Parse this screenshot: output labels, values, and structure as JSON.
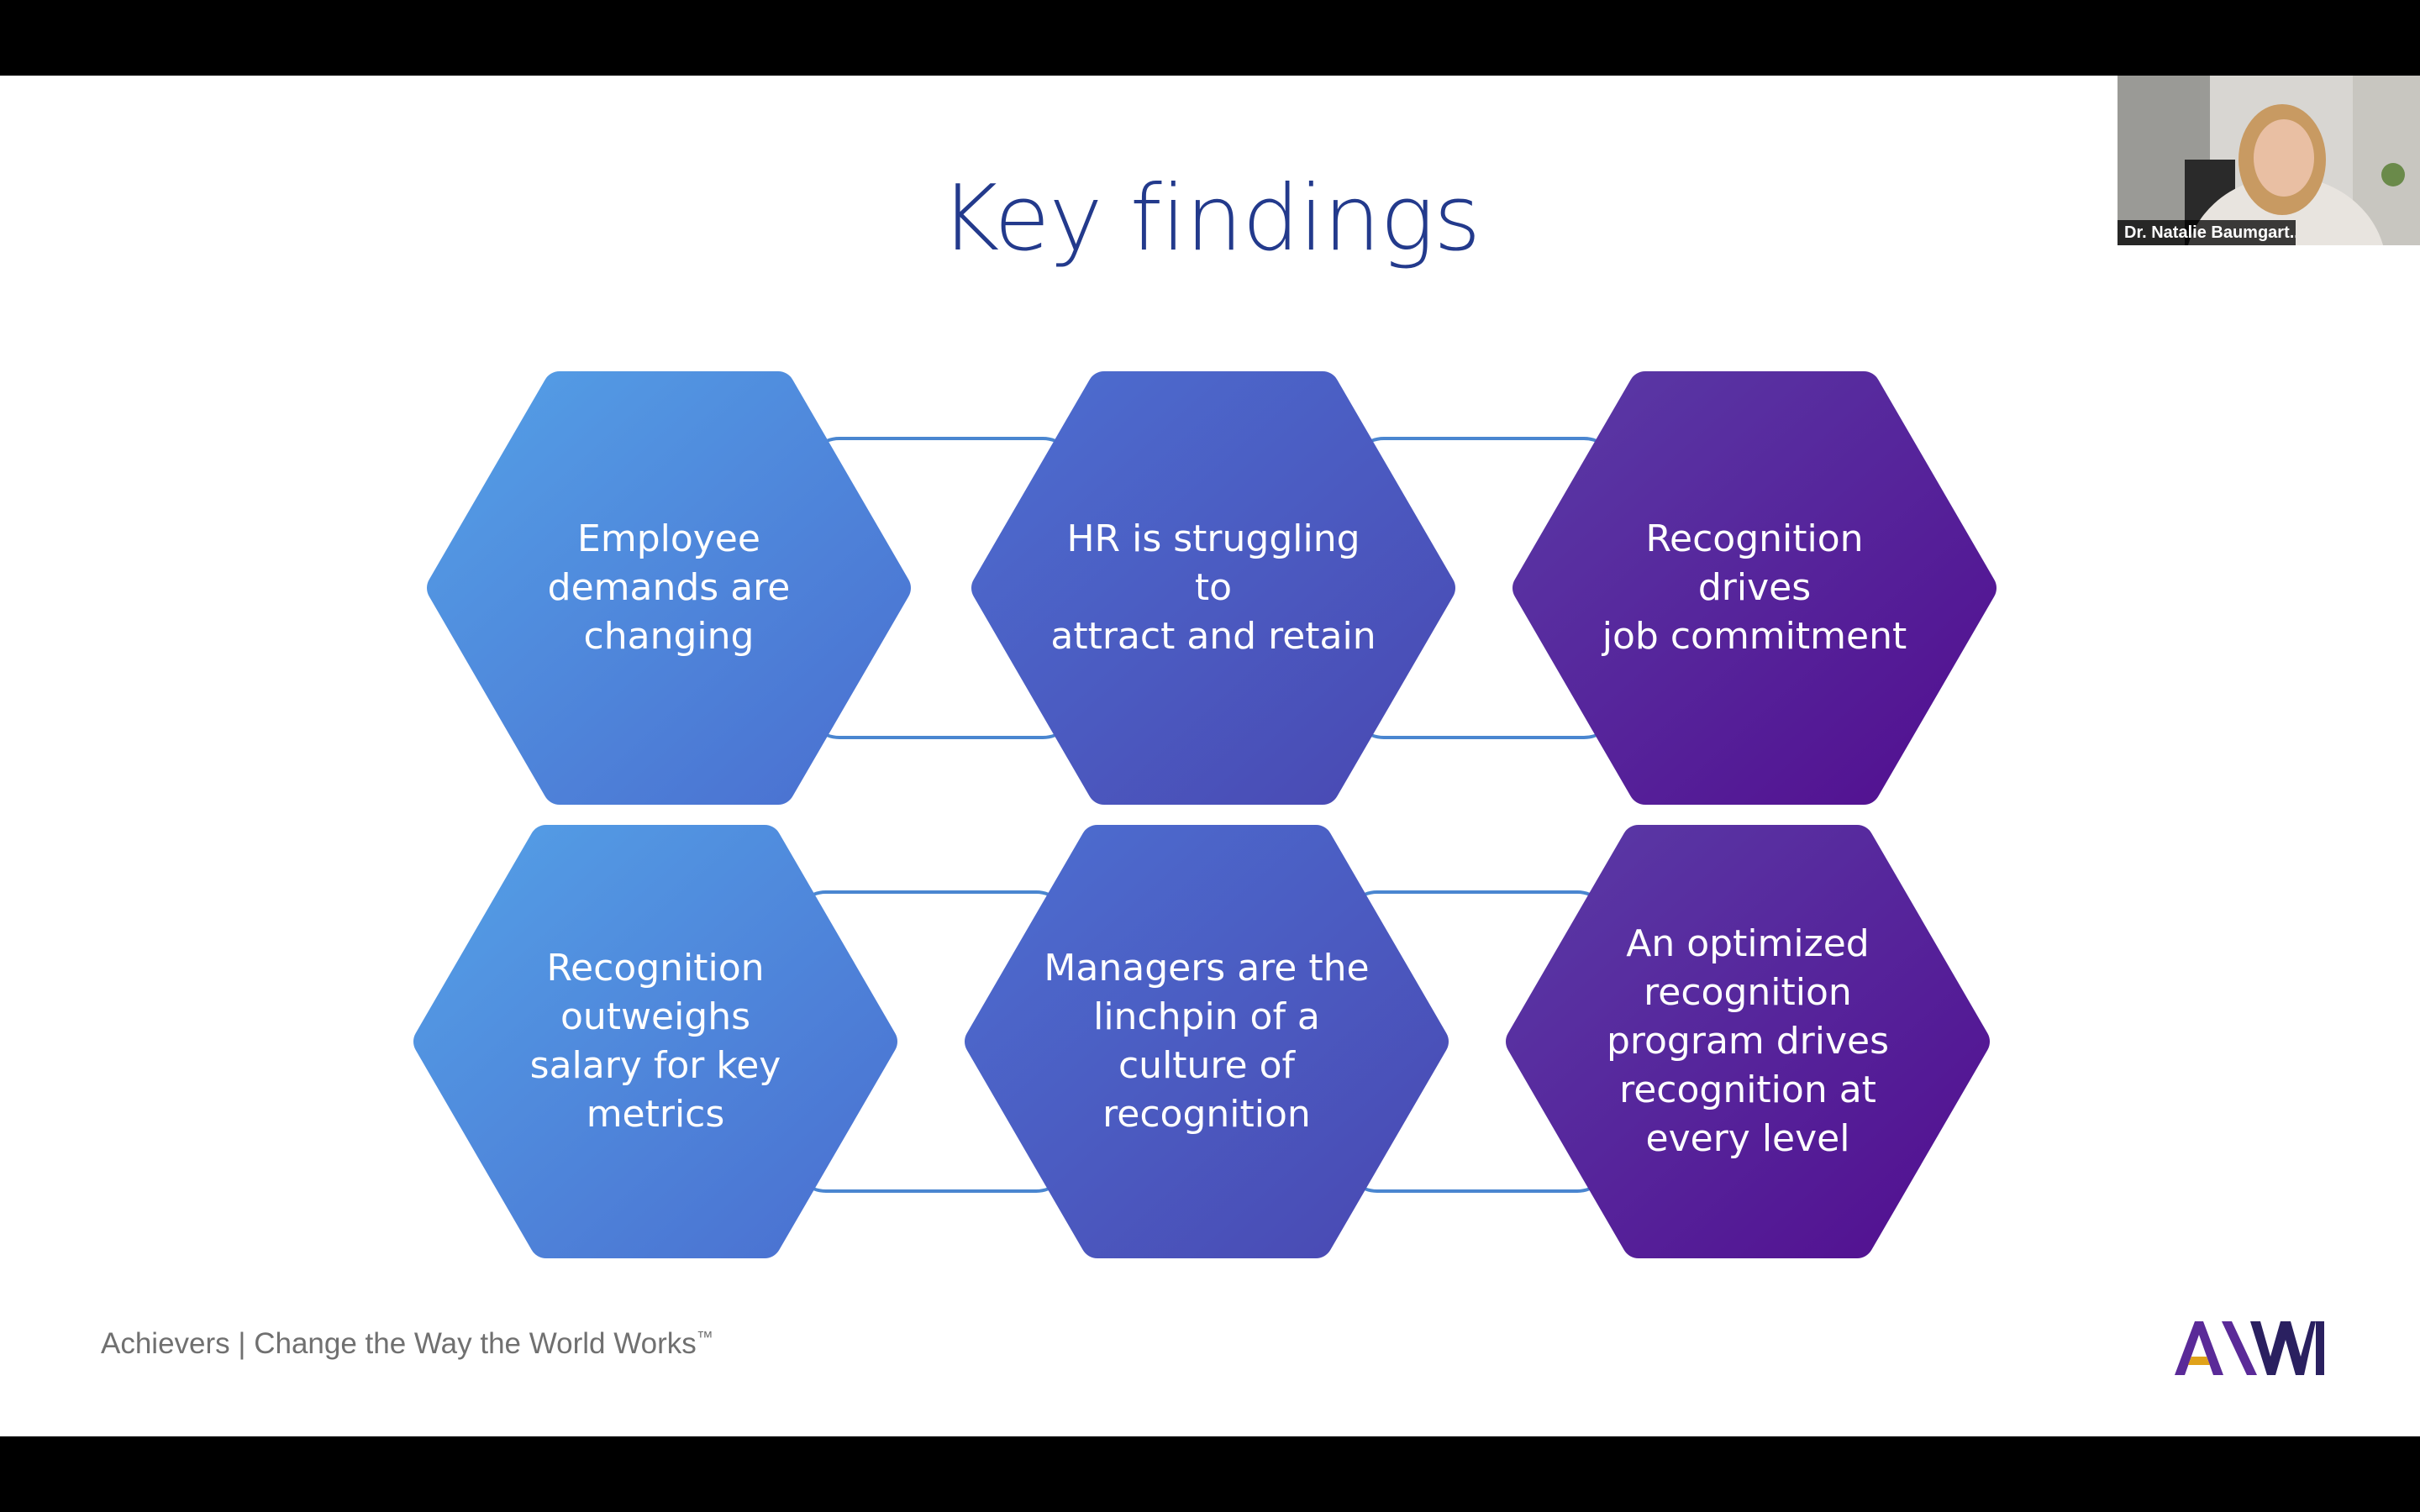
{
  "slide": {
    "title": "Key findings",
    "findings": [
      [
        "Employee",
        "demands are",
        "changing"
      ],
      [
        "HR is struggling to",
        "attract and retain"
      ],
      [
        "Recognition drives",
        "job commitment"
      ],
      [
        "Recognition",
        "outweighs",
        "salary for key",
        "metrics"
      ],
      [
        "Managers are the",
        "linchpin of a",
        "culture of",
        "recognition"
      ],
      [
        "An optimized",
        "recognition",
        "program drives",
        "recognition at",
        "every level"
      ]
    ],
    "footer": {
      "text": "Achievers | Change the Way the World Works",
      "trademark": "™"
    },
    "logo_text": "A\\WI"
  },
  "participant": {
    "name": "Dr. Natalie Baumgart..."
  },
  "colors": {
    "title": "#233a8c",
    "hex_light_blue": "#4f94e0",
    "hex_mid_blue": "#4c5dc4",
    "hex_purple": "#541a94",
    "connector": "#4a86d0",
    "footer": "#707070"
  }
}
